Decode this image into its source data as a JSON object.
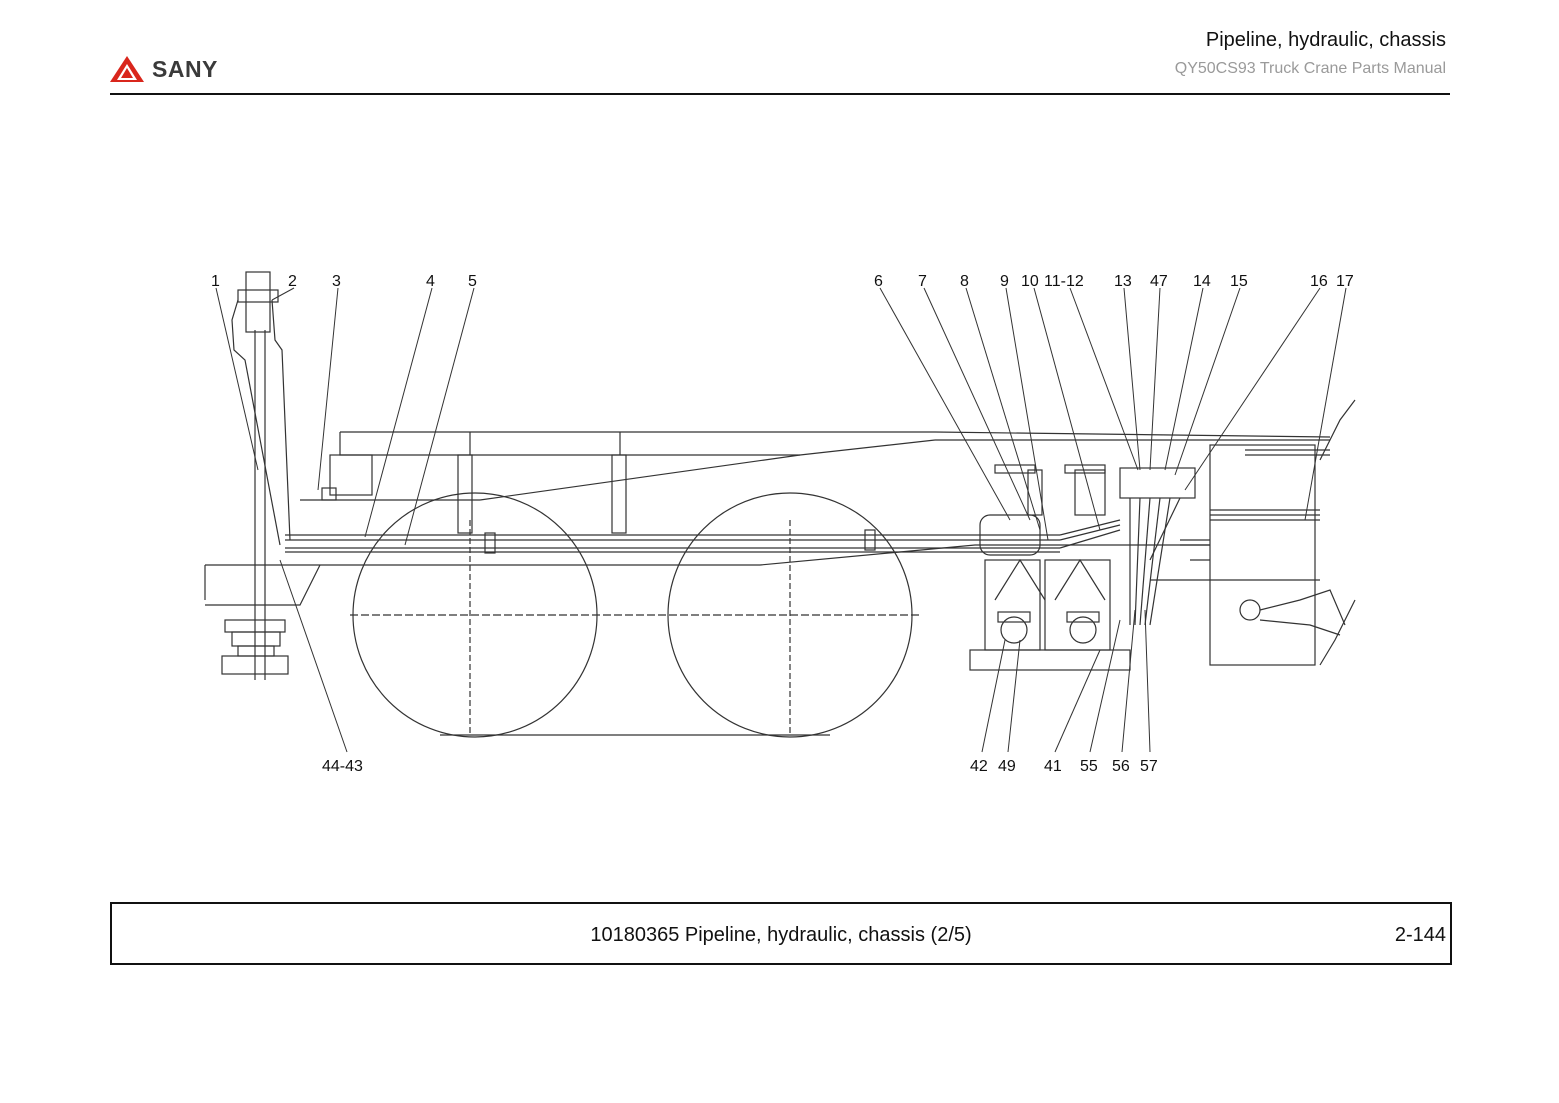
{
  "header": {
    "logo_text": "SANY",
    "title": "Pipeline, hydraulic, chassis",
    "subtitle": "QY50CS93 Truck Crane  Parts Manual"
  },
  "diagram": {
    "callouts_top": [
      "1",
      "2",
      "3",
      "4",
      "5",
      "6",
      "7",
      "8",
      "9",
      "10",
      "11-12",
      "13",
      "47",
      "14",
      "15",
      "16",
      "17"
    ],
    "callouts_bottom": [
      "44-43",
      "42",
      "49",
      "41",
      "55",
      "56",
      "57"
    ]
  },
  "footer": {
    "caption": "10180365 Pipeline, hydraulic, chassis (2/5)",
    "page_number": "2-144"
  },
  "colors": {
    "logo_red": "#d9261c",
    "line": "#333333"
  }
}
